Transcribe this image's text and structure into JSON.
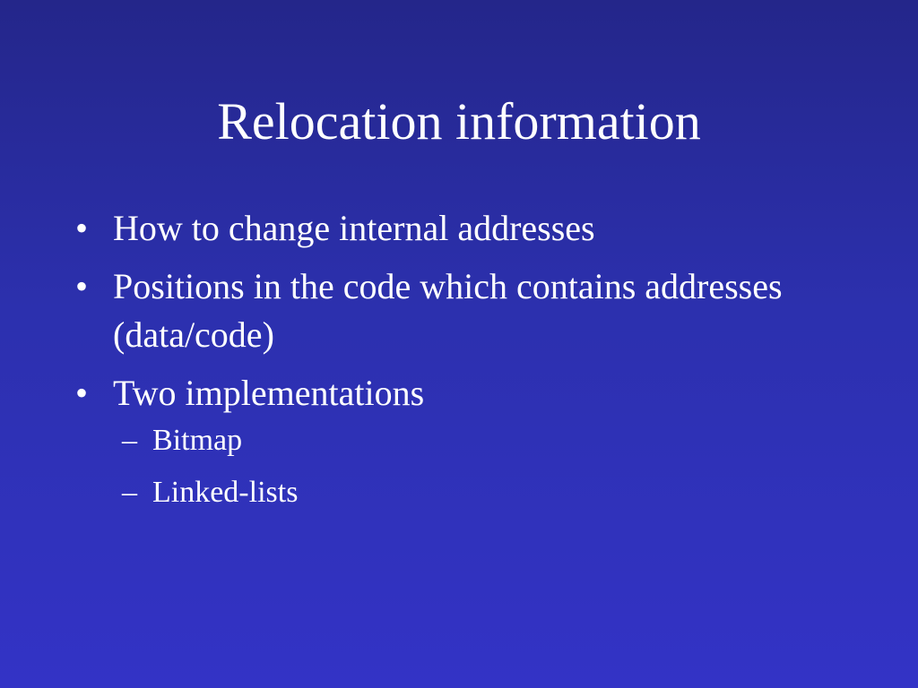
{
  "slide": {
    "title": "Relocation information",
    "bullet_glyph": "•",
    "sub_bullet_glyph": "–",
    "bullets": [
      {
        "text": "How to change internal addresses"
      },
      {
        "text": "Positions in the code which contains addresses (data/code)"
      },
      {
        "text": "Two implementations",
        "sub_bullets": [
          {
            "text": "Bitmap"
          },
          {
            "text": "Linked-lists"
          }
        ]
      }
    ]
  }
}
